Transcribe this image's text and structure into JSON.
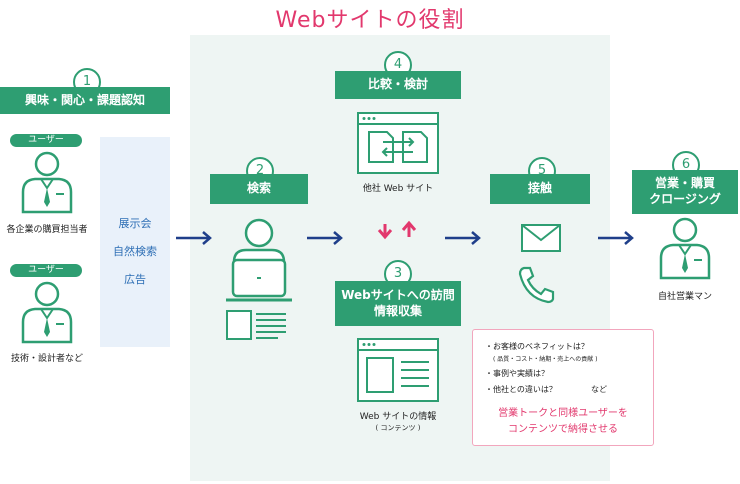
{
  "title": "Webサイトの役割",
  "step1": {
    "number": "1",
    "label": "興味・関心・課題認知"
  },
  "step2": {
    "number": "2",
    "label": "検索"
  },
  "step3": {
    "number": "3",
    "label_line1": "Webサイトへの訪問",
    "label_line2": "情報収集"
  },
  "step4": {
    "number": "4",
    "label": "比較・検討"
  },
  "step5": {
    "number": "5",
    "label": "接触"
  },
  "step6": {
    "number": "6",
    "label_line1": "営業・購買",
    "label_line2": "クロージング"
  },
  "users": [
    {
      "tag": "ユーザー",
      "caption": "各企業の購買担当者"
    },
    {
      "tag": "ユーザー",
      "caption": "技術・設計者など"
    }
  ],
  "channels": [
    "展示会",
    "自然検索",
    "広告"
  ],
  "competitor_caption": "他社 Web サイト",
  "website_caption": "Web サイトの情報",
  "website_sub": "( コンテンツ )",
  "sales_caption": "自社営業マン",
  "note": {
    "q1": "・お客様のベネフィットは？",
    "q1_sub": "( 品質・コスト・納期・売上への貢献 )",
    "q2": "・事例や実績は？",
    "q3": "・他社との違いは？",
    "q3_suffix": "など",
    "highlight_line1": "営業トークと同様ユーザーを",
    "highlight_line2": "コンテンツで納得させる"
  },
  "colors": {
    "green": "#2e9e72",
    "navy": "#1f3f8a",
    "pink": "#e2386d",
    "panel": "#eef5f3",
    "leftpanel": "#e9f1fa"
  },
  "icons": [
    "person-icon",
    "laptop-icon",
    "document-icon",
    "compare-window-icon",
    "webpage-window-icon",
    "envelope-icon",
    "phone-icon",
    "arrow-right-icon",
    "up-down-arrows-icon"
  ]
}
